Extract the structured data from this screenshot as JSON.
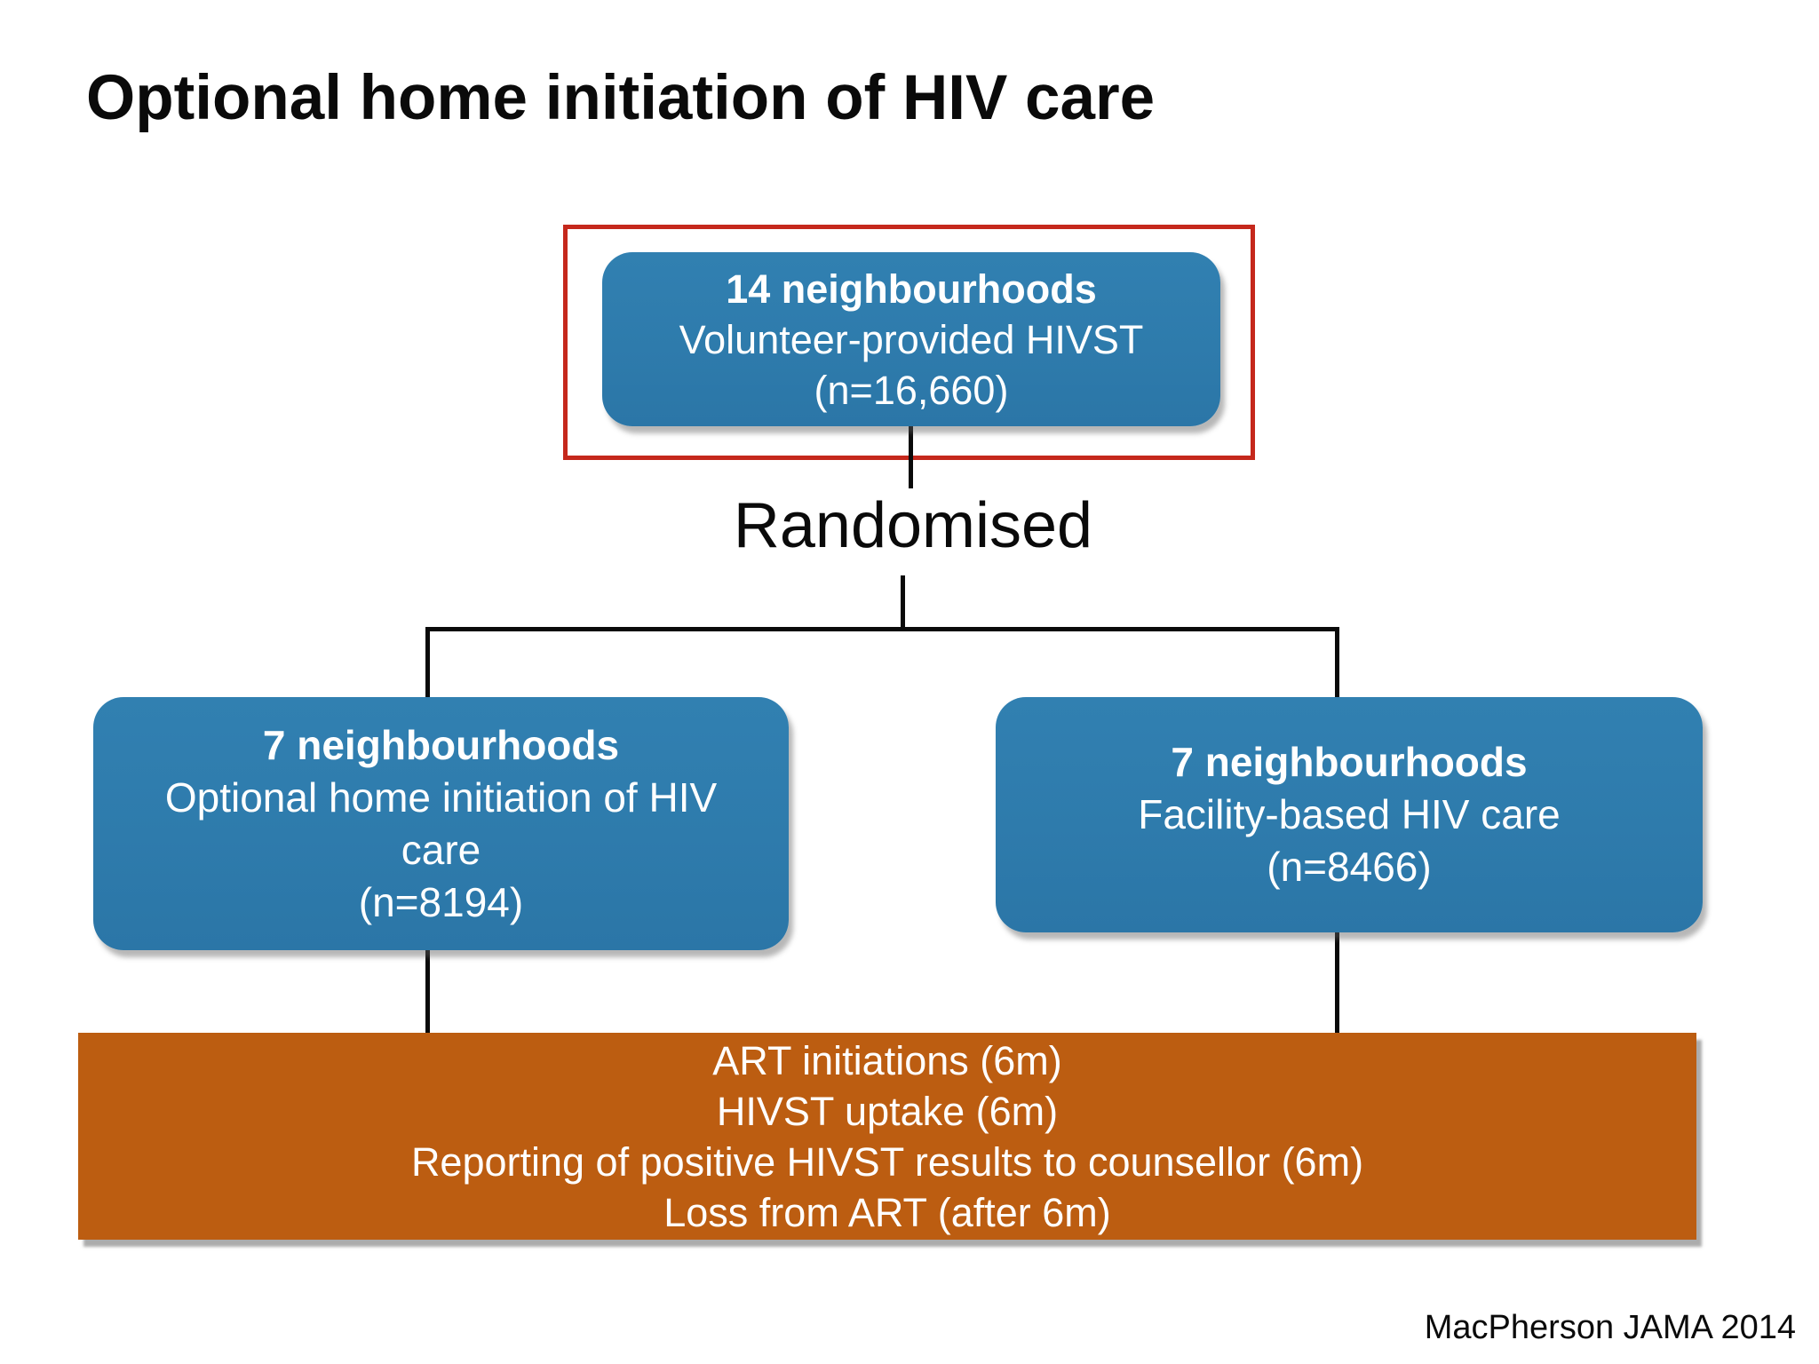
{
  "slide": {
    "title": "Optional home initiation of HIV care",
    "attribution": "MacPherson JAMA 2014"
  },
  "flowchart": {
    "randomised_label": "Randomised",
    "top_box": {
      "bold_line": "14 neighbourhoods",
      "line2": "Volunteer-provided HIVST",
      "line3": "(n=16,660)"
    },
    "left_box": {
      "bold_line": "7 neighbourhoods",
      "line2": "Optional home initiation of HIV care",
      "line3": "(n=8194)"
    },
    "right_box": {
      "bold_line": "7 neighbourhoods",
      "line2": "Facility-based HIV care",
      "line3": "(n=8466)"
    },
    "outcomes_box": {
      "line1": "ART initiations (6m)",
      "line2": "HIVST uptake (6m)",
      "line3": "Reporting of positive HIVST results to counsellor (6m)",
      "line4": "Loss from ART (after 6m)"
    },
    "colors": {
      "box_blue": "#2E7BAC",
      "outcomes_orange": "#BC5D11",
      "highlight_red": "#C5281C",
      "connector_black": "#0A0A0A",
      "box_text_white": "#FFFFFF"
    }
  }
}
